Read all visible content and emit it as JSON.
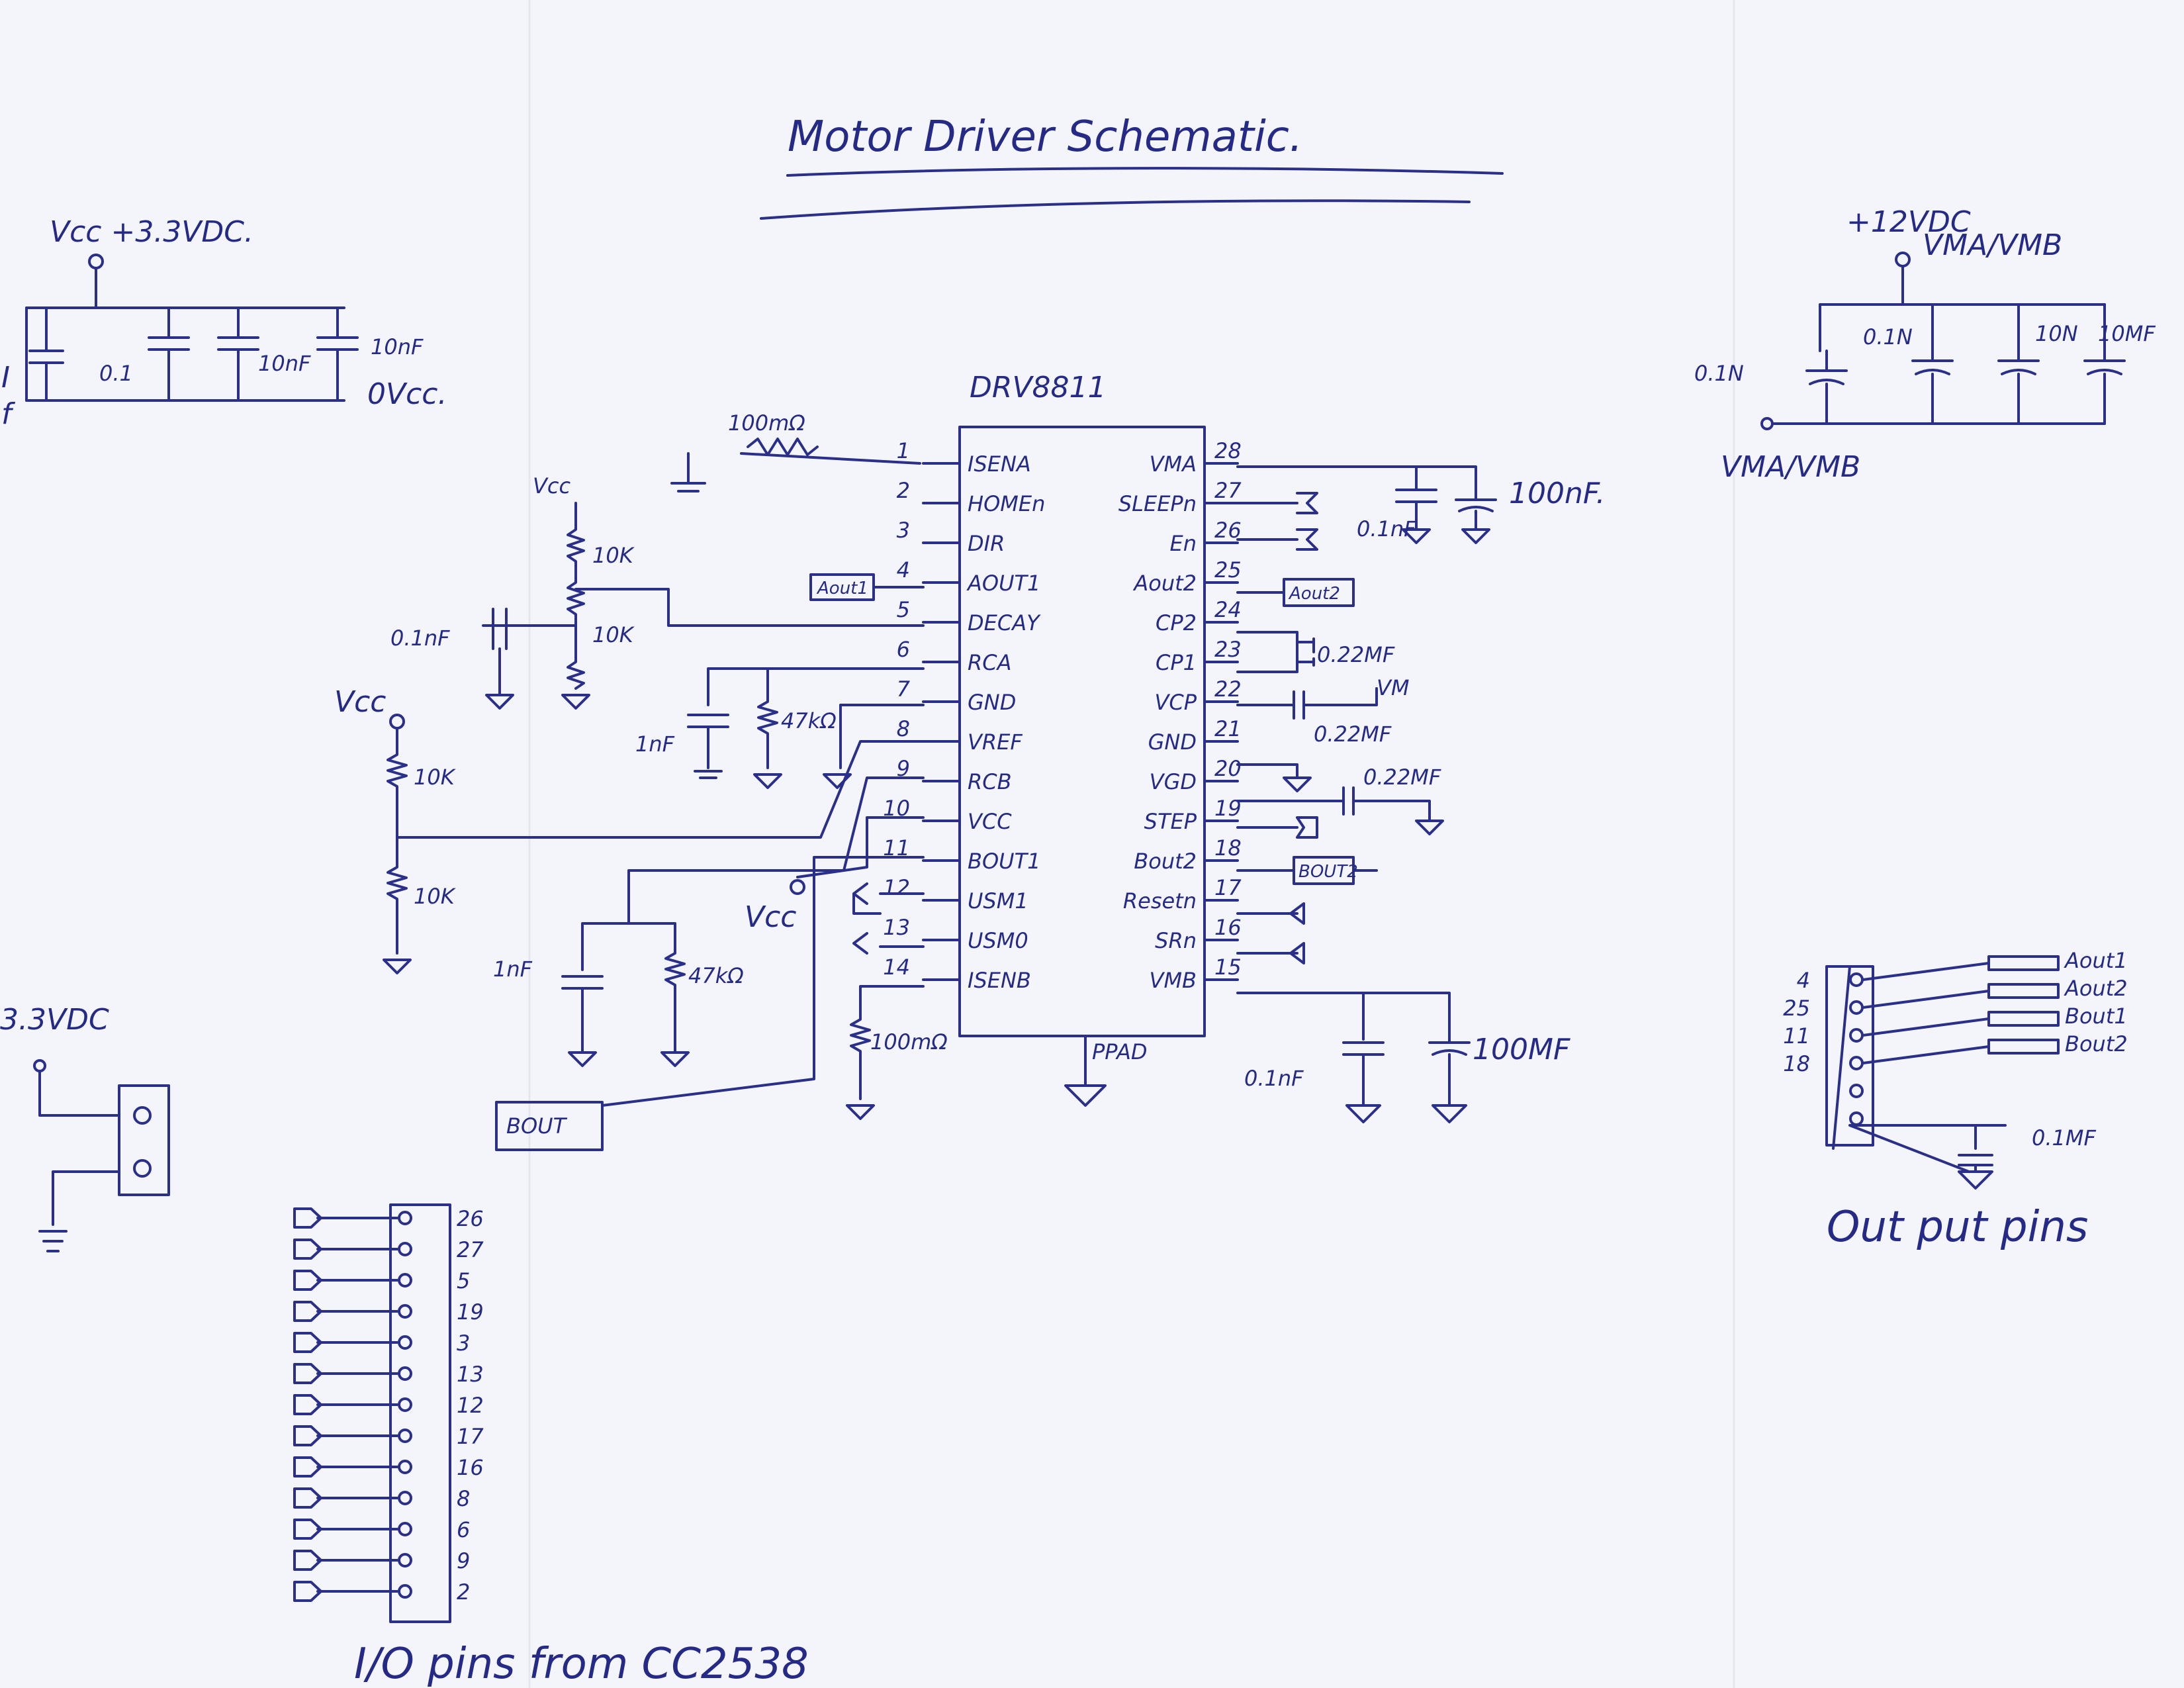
{
  "title": "Motor Driver Schematic.",
  "ic": {
    "name": "DRV8811",
    "left_pins": [
      {
        "num": "1",
        "label": "ISENA"
      },
      {
        "num": "2",
        "label": "HOMEn"
      },
      {
        "num": "3",
        "label": "DIR"
      },
      {
        "num": "4",
        "label": "AOUT1"
      },
      {
        "num": "5",
        "label": "DECAY"
      },
      {
        "num": "6",
        "label": "RCA"
      },
      {
        "num": "7",
        "label": "GND"
      },
      {
        "num": "8",
        "label": "VREF"
      },
      {
        "num": "9",
        "label": "RCB"
      },
      {
        "num": "10",
        "label": "VCC"
      },
      {
        "num": "11",
        "label": "BOUT1"
      },
      {
        "num": "12",
        "label": "USM1"
      },
      {
        "num": "13",
        "label": "USM0"
      },
      {
        "num": "14",
        "label": "ISENB"
      }
    ],
    "right_pins": [
      {
        "num": "28",
        "label": "VMA"
      },
      {
        "num": "27",
        "label": "SLEEPn"
      },
      {
        "num": "26",
        "label": "En"
      },
      {
        "num": "25",
        "label": "Aout2"
      },
      {
        "num": "24",
        "label": "CP2"
      },
      {
        "num": "23",
        "label": "CP1"
      },
      {
        "num": "22",
        "label": "VCP"
      },
      {
        "num": "21",
        "label": "GND"
      },
      {
        "num": "20",
        "label": "VGD"
      },
      {
        "num": "19",
        "label": "STEP"
      },
      {
        "num": "18",
        "label": "Bout2"
      },
      {
        "num": "17",
        "label": "Resetn"
      },
      {
        "num": "16",
        "label": "SRn"
      },
      {
        "num": "15",
        "label": "VMB"
      }
    ],
    "ppad": "PPAD"
  },
  "labels": {
    "vcc_supply": "Vcc +3.3VDC.",
    "cap_01": "0.1",
    "cap_10nf": "10nF",
    "cap_10nf_b": "10nF",
    "vcc_gnd": "0Vcc.",
    "left_edge_i": "I",
    "left_edge_f": "f",
    "supply_12v": "+12VDC",
    "vma_vmb": "VMA/VMB",
    "vma_vmb_bottom": "VMA/VMB",
    "cap_01n_a": "0.1N",
    "cap_01n_b": "0.1N",
    "cap_10n": "10N",
    "cap_10mf": "10MF",
    "isena_res": "100mΩ",
    "vcc_decay": "Vcc",
    "r10k_1": "10K",
    "r10k_2": "10K",
    "cap_decay": "0.1nF",
    "aout1_tag": "Aout1",
    "vcc_vref": "Vcc",
    "r10k_3": "10K",
    "r10k_4": "10K",
    "cap_rca": "1nF",
    "res_rca": "47kΩ",
    "cap_rcb": "1nF",
    "res_rcb": "47kΩ",
    "vcc_pin10": "Vcc",
    "bout_tag": "BOUT",
    "isenb_res": "100mΩ",
    "cap_vma_1": "0.1nF",
    "cap_vma_2": "100nF.",
    "aout2_tag": "Aout2",
    "cap_cp": "0.22MF",
    "vcp_vm": "VM",
    "cap_vcp": "0.22MF",
    "cap_vgd": "0.22MF",
    "bout2_tag": "BOUT2",
    "cap_vmb_1": "0.1nF",
    "cap_vmb_2": "100MF",
    "supply_33_b": "3.3VDC",
    "header_pins": [
      "26",
      "27",
      "5",
      "19",
      "3",
      "13",
      "12",
      "17",
      "16",
      "8",
      "6",
      "9",
      "2"
    ],
    "io_caption": "I/O pins from CC2538",
    "out_pin_nums": [
      "4",
      "25",
      "11",
      "18"
    ],
    "out_labels": [
      "Aout1",
      "Aout2",
      "Bout1",
      "Bout2"
    ],
    "out_cap": "0.1MF",
    "out_caption": "Out put pins"
  }
}
